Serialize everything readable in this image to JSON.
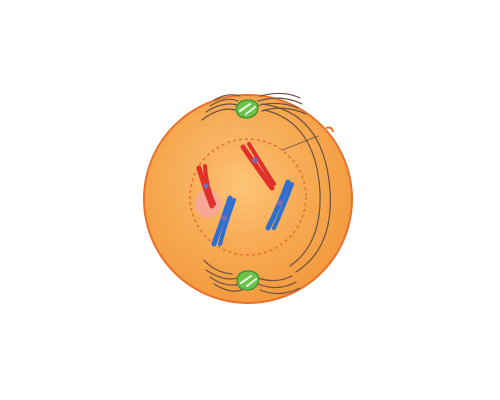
{
  "diagram": {
    "kind": "cell-division-illustration",
    "stage_hint": "prophase",
    "colors": {
      "background": "#ffffff",
      "cell_fill": "#f6a950",
      "cell_fill_light": "#f8c07a",
      "cell_outline": "#e9712b",
      "nucleus_fill": "#fbb35d",
      "nucleus_outline": "#e17834",
      "nucleolus": "#f6a6a0",
      "spindle_fiber": "#6b5143",
      "centrosome_green": "#6cc24a",
      "centrosome_outline": "#3a8f2c",
      "chromosome_red": "#e1302c",
      "chromosome_blue": "#2f6fcf",
      "centromere": "#7b6bb3"
    },
    "parts": [
      {
        "id": "cell",
        "label": ""
      },
      {
        "id": "nucleus",
        "label": ""
      },
      {
        "id": "nucleolus",
        "label": ""
      },
      {
        "id": "centrosome-top",
        "label": ""
      },
      {
        "id": "centrosome-bottom",
        "label": ""
      },
      {
        "id": "spindle-fibers",
        "label": ""
      },
      {
        "id": "chromosome-red-left",
        "label": ""
      },
      {
        "id": "chromosome-red-right",
        "label": ""
      },
      {
        "id": "chromosome-blue-left",
        "label": ""
      },
      {
        "id": "chromosome-blue-right",
        "label": ""
      }
    ]
  }
}
